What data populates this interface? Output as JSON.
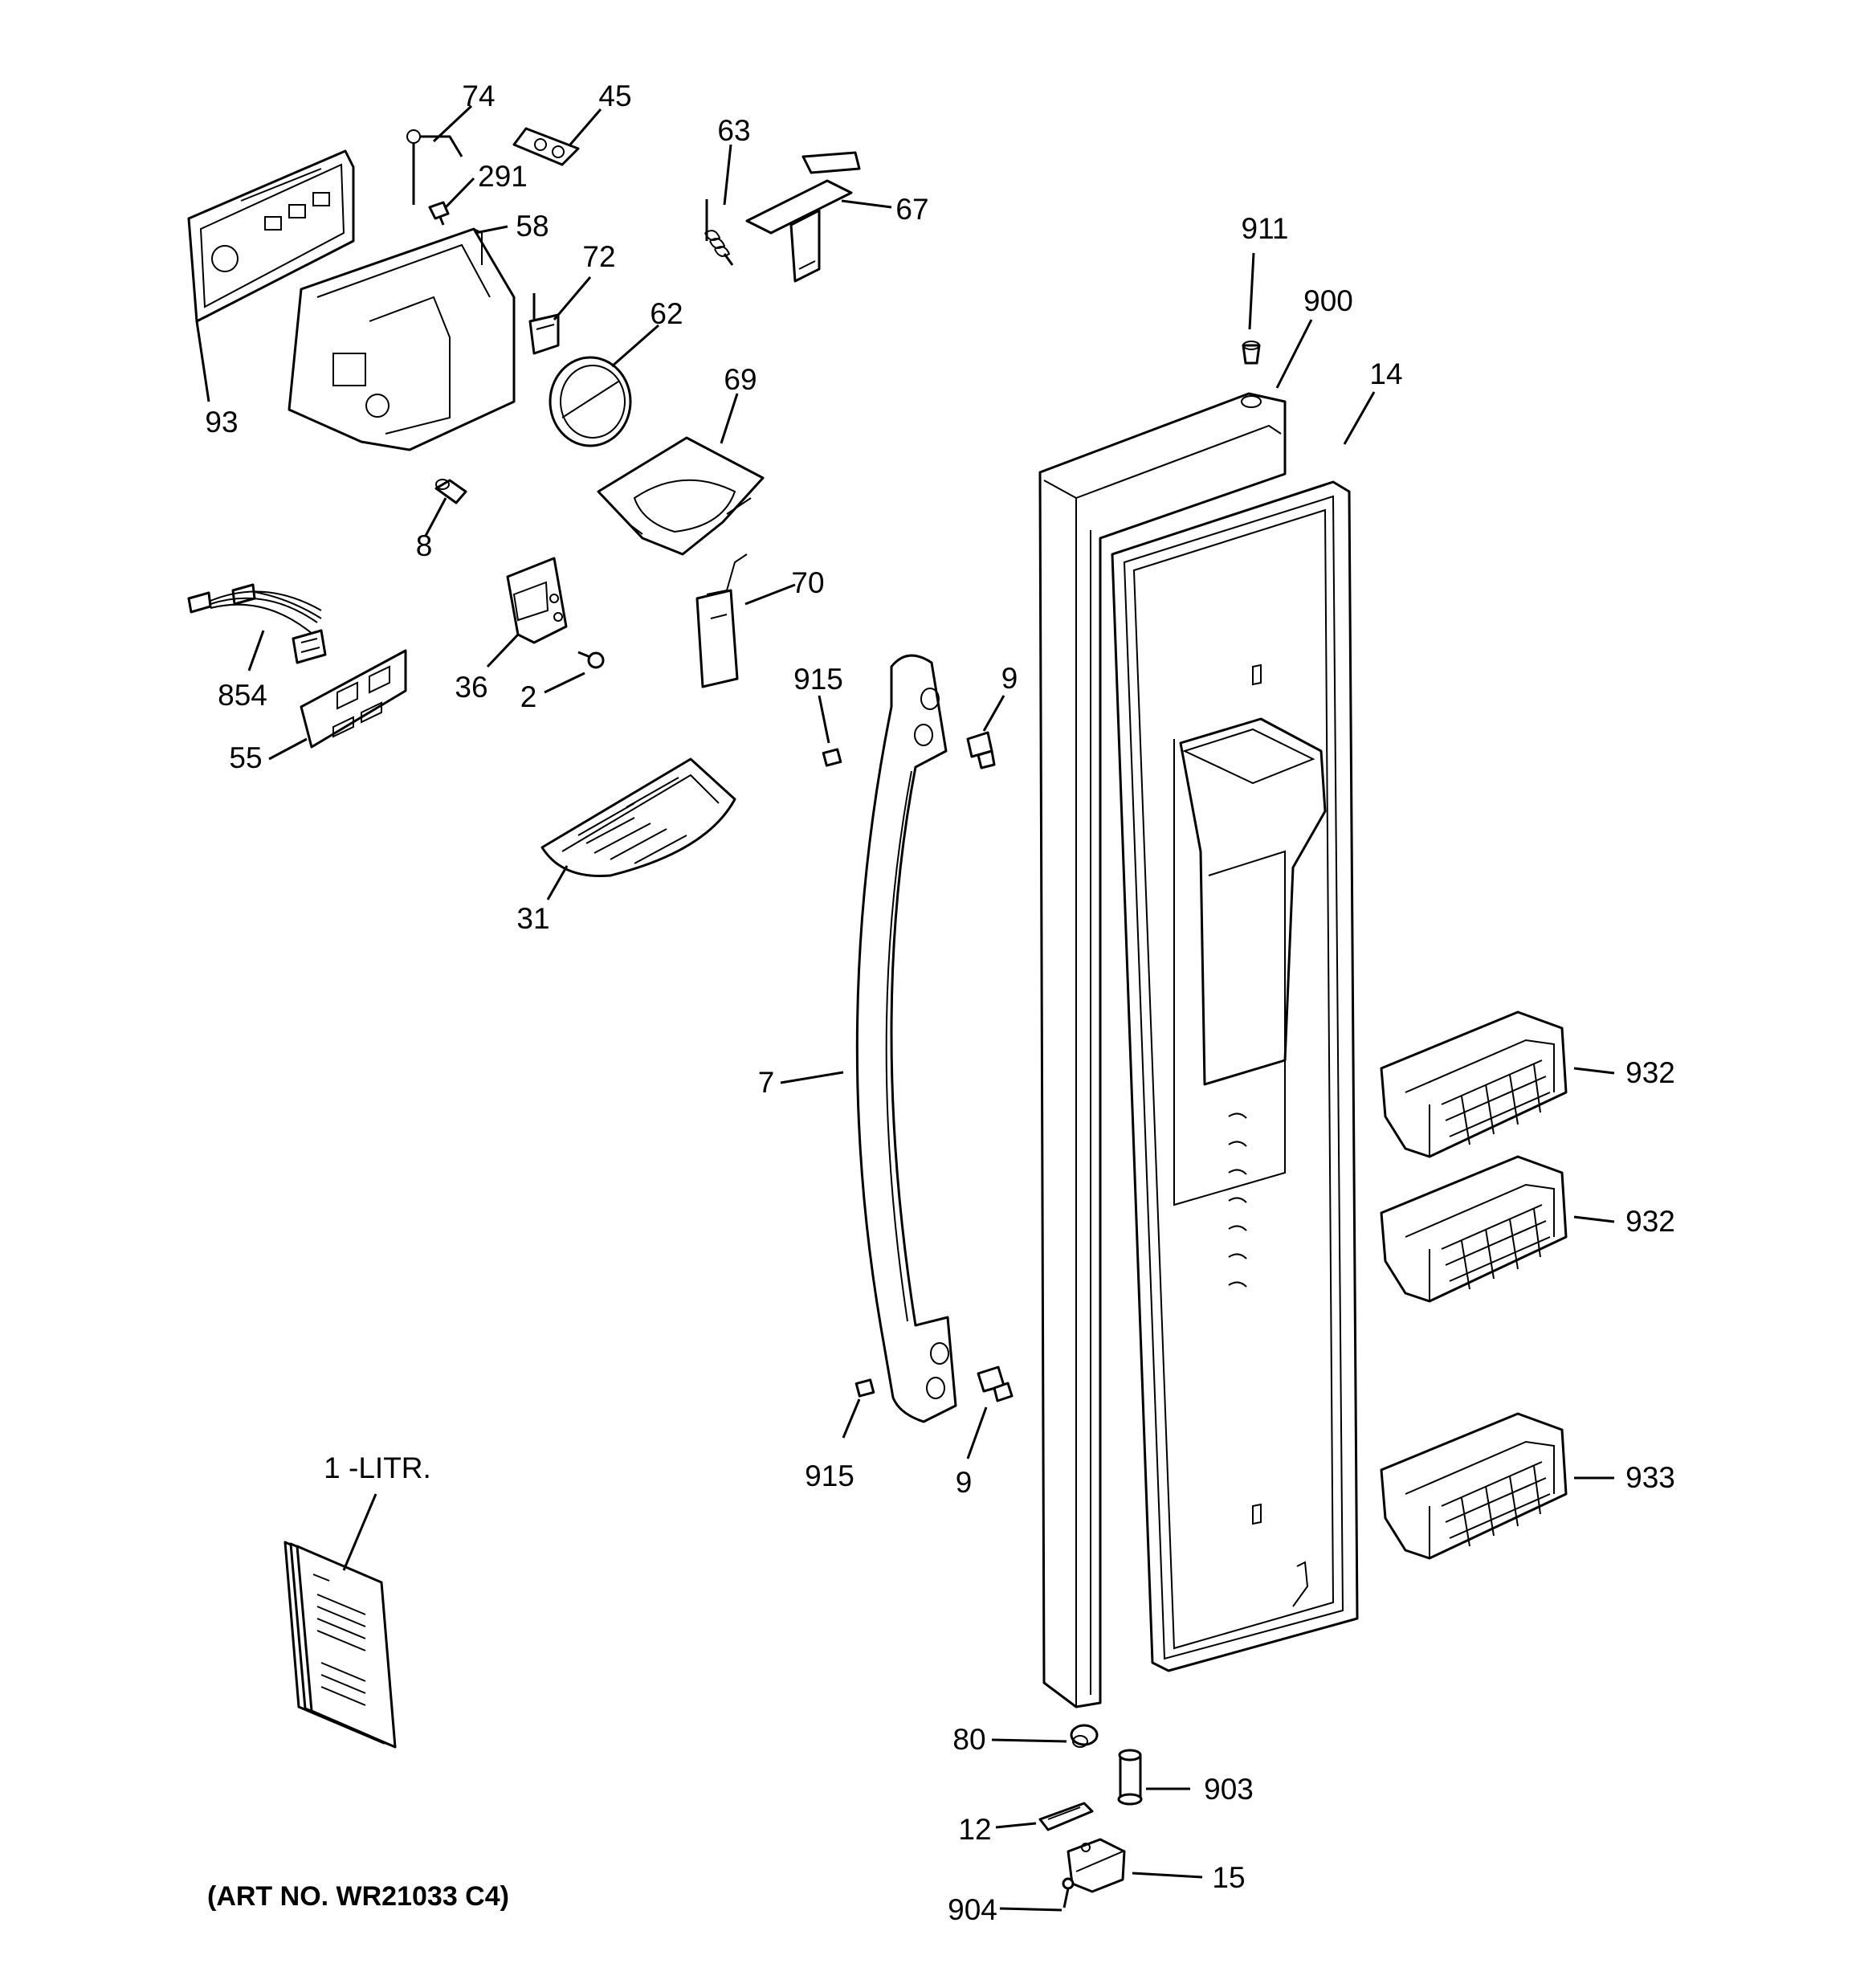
{
  "caption": "(ART NO. WR21033 C4)",
  "callouts": {
    "c74": "74",
    "c45": "45",
    "c63": "63",
    "c291": "291",
    "c58": "58",
    "c67": "67",
    "c72": "72",
    "c62": "62",
    "c93": "93",
    "c69": "69",
    "c911": "911",
    "c900": "900",
    "c14": "14",
    "c8": "8",
    "c70": "70",
    "c854": "854",
    "c36": "36",
    "c2": "2",
    "c915a": "915",
    "c9a": "9",
    "c55": "55",
    "c31": "31",
    "c7": "7",
    "c932a": "932",
    "c932b": "932",
    "c915b": "915",
    "c9b": "9",
    "c1litr": "1 -LITR.",
    "c933": "933",
    "c80": "80",
    "c903": "903",
    "c12": "12",
    "c15": "15",
    "c904": "904"
  }
}
